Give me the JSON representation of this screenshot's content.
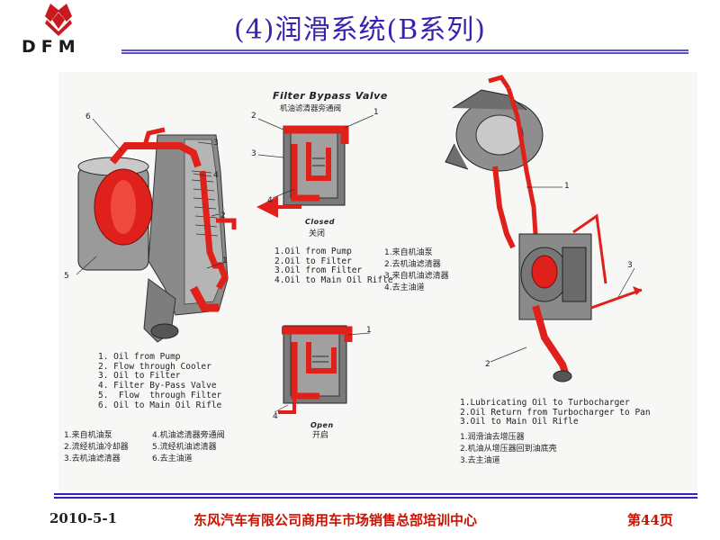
{
  "slide": {
    "title": "(4)润滑系统(B系列)",
    "logo_text": "DFM"
  },
  "footer": {
    "date": "2010-5-1",
    "organization": "东风汽车有限公司商用车市场销售总部培训中心",
    "page": "第44页"
  },
  "left_diagram": {
    "callouts": [
      "6",
      "3",
      "4",
      "2",
      "5",
      "1"
    ],
    "legend_en": [
      "1. Oil from Pump",
      "2. Flow through Cooler",
      "3. Oil to Filter",
      "4. Filter By-Pass Valve",
      "5.  Flow  through Filter",
      "6. Oil to Main Oil Rifle"
    ],
    "legend_cn_col1": [
      "1.来自机油泵",
      "2.流经机油冷却器",
      "3.去机油滤清器"
    ],
    "legend_cn_col2": [
      "4.机油滤清器旁通阀",
      "5.流经机油滤清器",
      "6.去主油道"
    ]
  },
  "middle_diagram": {
    "heading_en": "Filter Bypass Valve",
    "heading_cn": "机油滤清器旁通阀",
    "callouts": [
      "2",
      "1",
      "3",
      "4",
      "1",
      "4"
    ],
    "closed_en": "Closed",
    "closed_cn": "关闭",
    "open_en": "Open",
    "open_cn": "开启",
    "legend_en": [
      "1.Oil from Pump",
      "2.Oil to Filter",
      "3.Oil from Filter",
      "4.Oil to Main Oil Rifle"
    ],
    "legend_cn": [
      "1.来自机油泵",
      "2.去机油滤清器",
      "3.来自机油滤清器",
      "4.去主油道"
    ]
  },
  "right_diagram": {
    "callouts": [
      "1",
      "3",
      "2"
    ],
    "legend_en": [
      "1.Lubricating Oil to Turbocharger",
      "2.Oil Return from Turbocharger to Pan",
      "3.Oil to Main Oil Rifle"
    ],
    "legend_cn": [
      "1.润滑油去增压器",
      "2.机油从增压器回到油底壳",
      "3.去主油道"
    ]
  },
  "colors": {
    "title": "#3b1fb0",
    "logo": "#c8191e",
    "oil_red": "#e0201a",
    "footer_red": "#cc1100"
  }
}
